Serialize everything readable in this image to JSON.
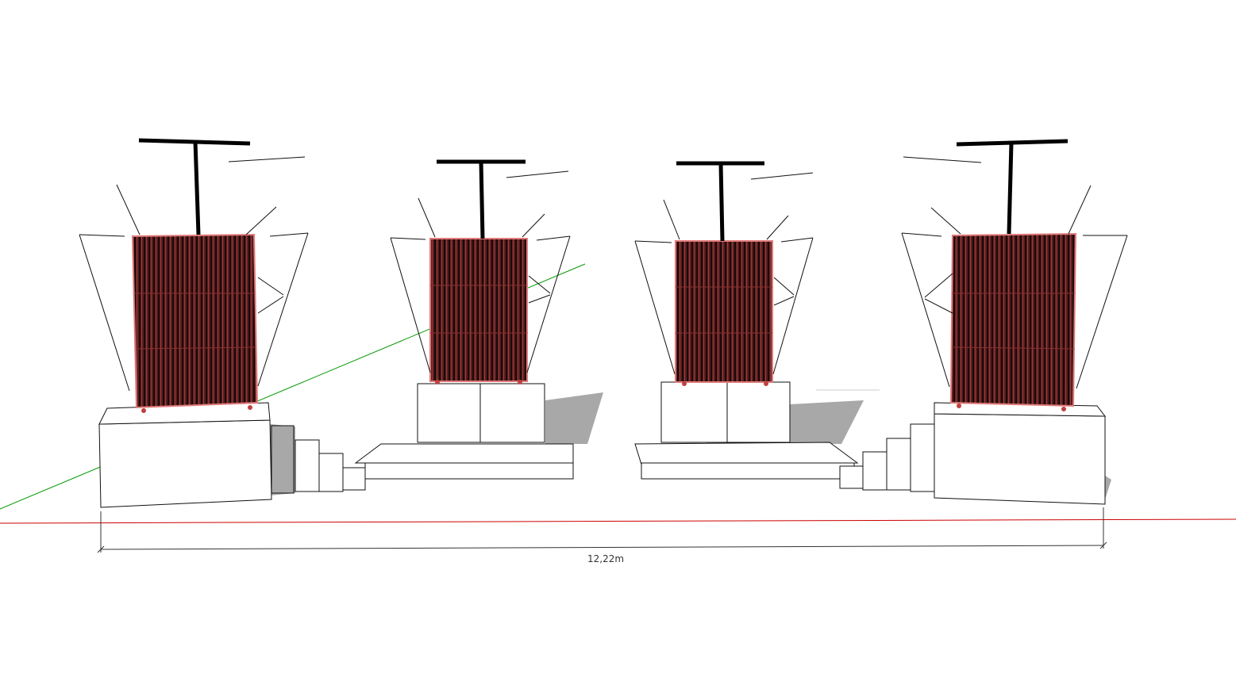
{
  "dimension": {
    "label": "12,22m"
  },
  "colors": {
    "panel": "#5a1e1e",
    "panel_stripe": "#1a0a0a",
    "panel_edge": "#e07a7a",
    "outline": "#111111",
    "shadow": "#a8a8a8",
    "red_axis": "#cc0000",
    "green_axis": "#009900"
  },
  "units": [
    {
      "name": "unit-1",
      "has_stairs": "right"
    },
    {
      "name": "unit-2",
      "has_platform": true
    },
    {
      "name": "unit-3",
      "has_platform": true
    },
    {
      "name": "unit-4",
      "has_stairs": "left"
    }
  ]
}
